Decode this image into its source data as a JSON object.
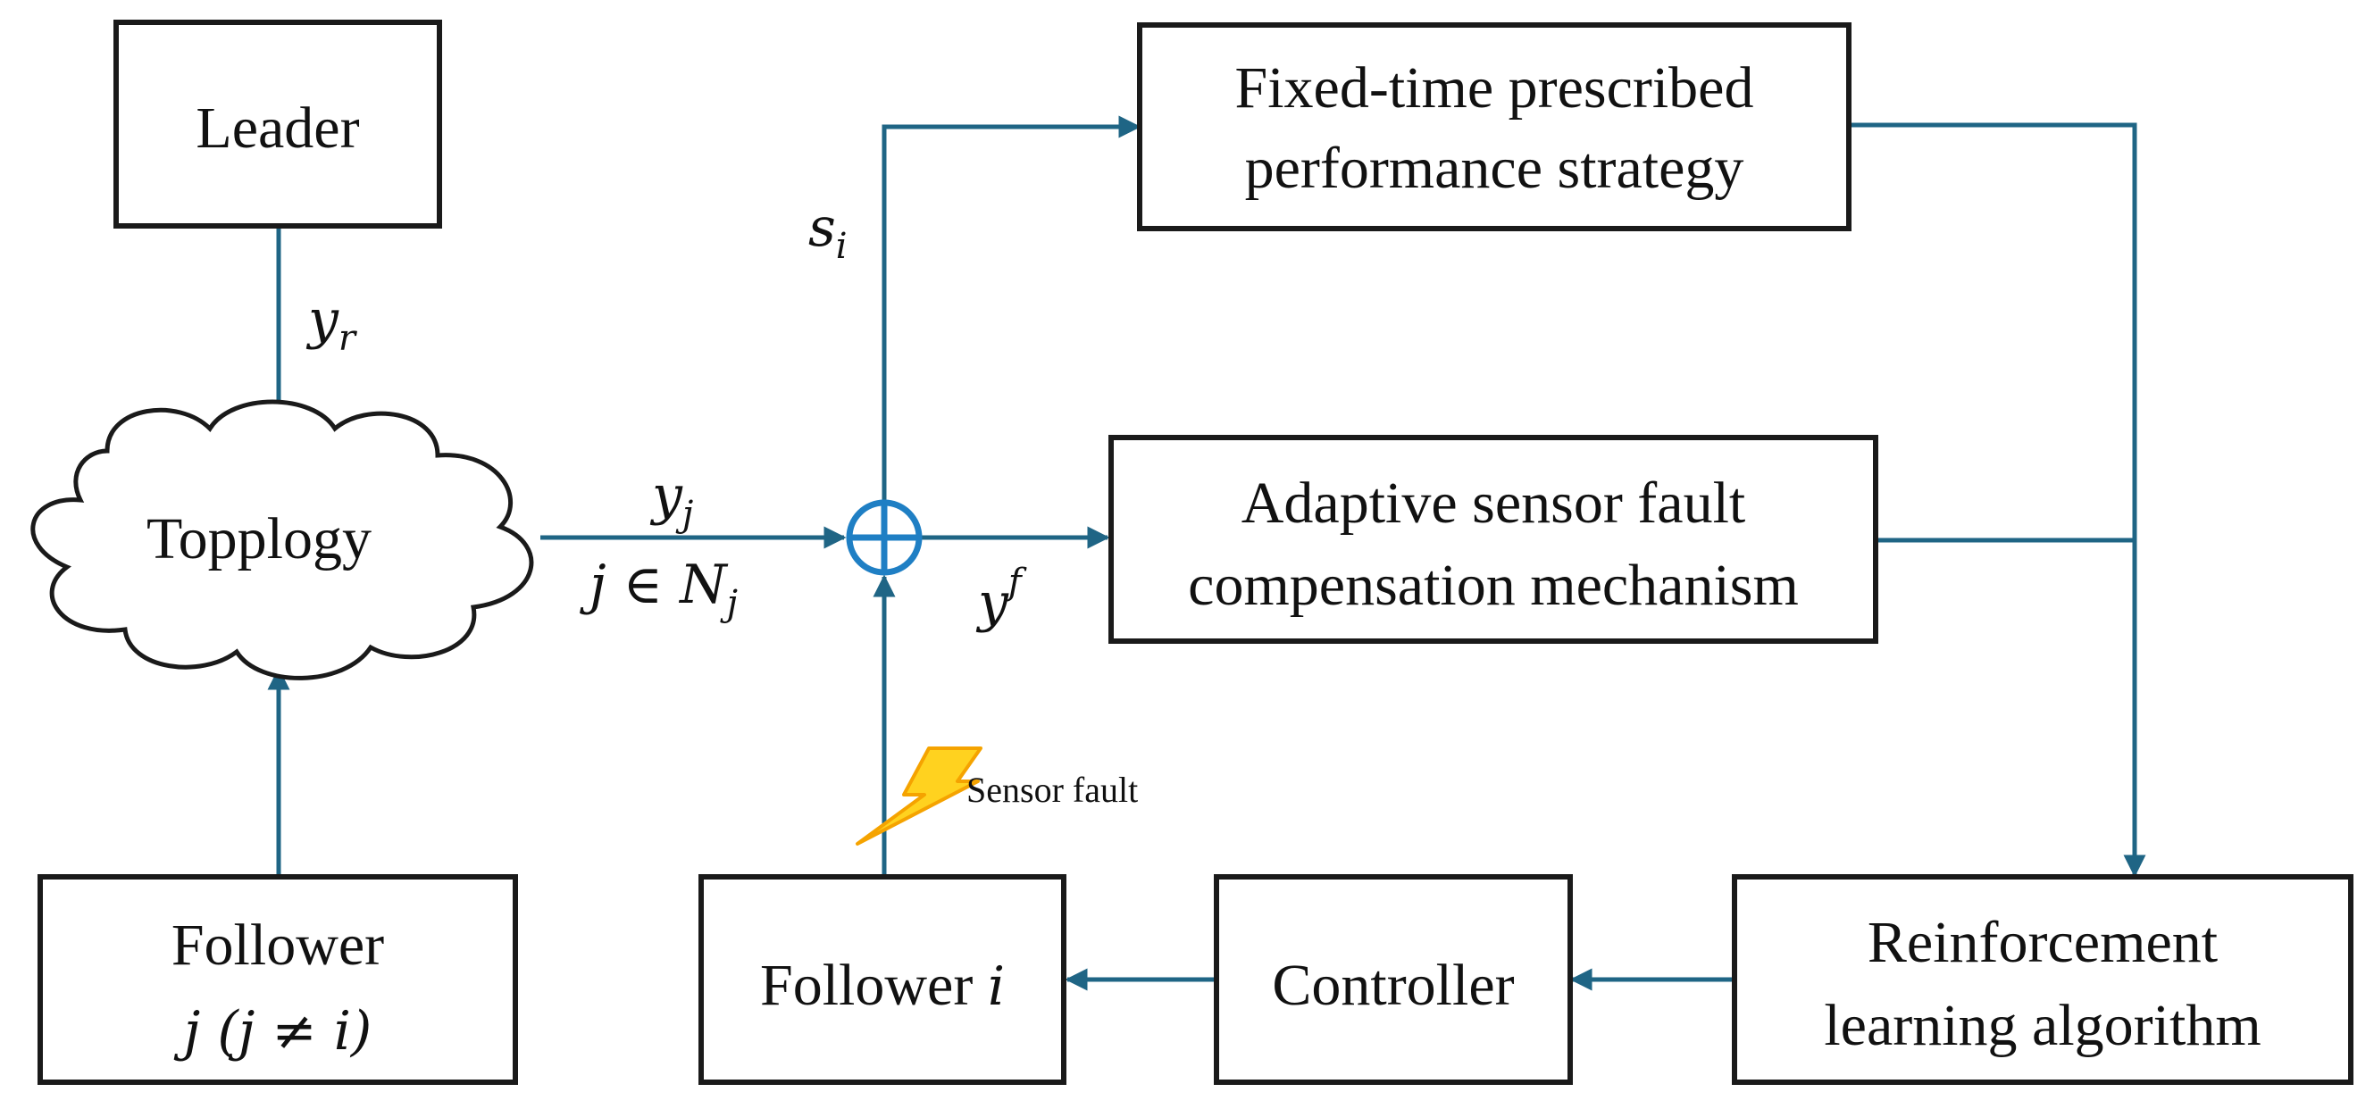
{
  "blocks": {
    "leader": "Leader",
    "topology": "Topplogy",
    "follower_j_line1": "Follower",
    "follower_j_line2": "j (j ≠ i)",
    "fixed_time_line1": "Fixed-time prescribed",
    "fixed_time_line2": "performance strategy",
    "adaptive_line1": "Adaptive sensor fault",
    "adaptive_line2": "compensation mechanism",
    "follower_i_label": "Follower",
    "follower_i_var": "i",
    "controller": "Controller",
    "rl_line1": "Reinforcement",
    "rl_line2": "learning algorithm"
  },
  "signals": {
    "yr_base": "y",
    "yr_sub": "r",
    "yj_base": "y",
    "yj_sub": "j",
    "neighbor_base": "j ∈ N",
    "neighbor_sub": "j",
    "si_base": "s",
    "si_sub": "i",
    "yf_base": "y",
    "yf_sup": "f"
  },
  "annotations": {
    "sensor_fault": "Sensor fault"
  },
  "colors": {
    "wire": "#1f6585",
    "summing_junction": "#1f7fc4",
    "box_stroke": "#1a1a1a",
    "lightning_fill": "#ffd21f",
    "lightning_stroke": "#f5a300"
  }
}
